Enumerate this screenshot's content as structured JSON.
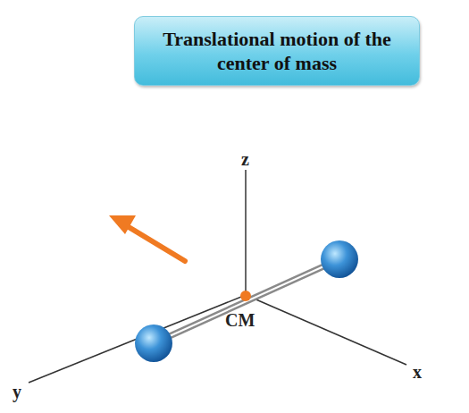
{
  "diagram": {
    "nodes": [
      {
        "text": [
          "Translational motion of the center of mass"
        ]
      }
    ],
    "labels": [
      "z",
      "x",
      "y",
      "CM"
    ]
  }
}
